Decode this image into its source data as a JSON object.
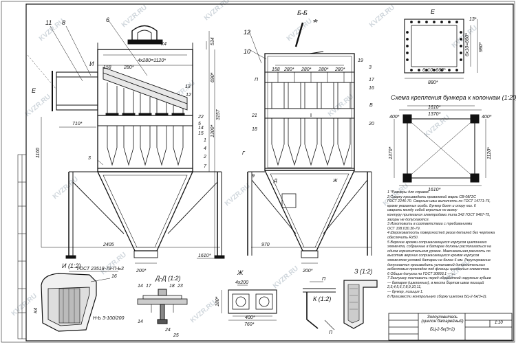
{
  "sections": {
    "bb": "Б-Б",
    "e": "E",
    "i": "И (1:2)",
    "dd": "Д-Д (1:2)",
    "zh": "Ж",
    "z": "З (1:2)",
    "k": "К (1:2)",
    "scheme": "Схема крепления бункера к колоннам (1:20)"
  },
  "labels": {
    "a": "А",
    "g": "Г",
    "d": "Д",
    "v": "В",
    "zh": "Ж",
    "i": "И",
    "k": "К",
    "ii": "П",
    "e": "E"
  },
  "refs": {
    "left": [
      "11",
      "8",
      "6",
      "13",
      "12",
      "22",
      "5",
      "14",
      "15",
      "1",
      "4",
      "2",
      "3",
      "7"
    ],
    "mid": [
      "12",
      "10",
      "19",
      "3",
      "17",
      "21",
      "18",
      "9",
      "20",
      "16"
    ],
    "det": [
      "16",
      "14",
      "17",
      "18",
      "23",
      "24",
      "25"
    ]
  },
  "dims": {
    "top": "4x280=1120*",
    "d158": "158",
    "d280": "280*",
    "d710": "710*",
    "d1160": "1160",
    "d2405": "2405",
    "d1610": "1610*",
    "d200": "200*",
    "d534": "534",
    "d690": "690*",
    "d1300": "1300*",
    "d3157": "3157",
    "d970": "970",
    "e_outer": "880*",
    "e_inner": "6x10=660*",
    "e_h": "6x10=660*",
    "e_h2": "980*",
    "e_13": "13*",
    "sch_1610": "1610*",
    "sch_1370": "1370*",
    "sch_400": "400*",
    "sch_1120": "1120*",
    "zh_1": "4x200",
    "zh_2": "400*",
    "zh_3": "760*",
    "zh_4": "180*",
    "gost1": "ГОСТ 23518-79-П-Ь3",
    "gost2": "Н-Ь 3-100/200",
    "k4": "К4"
  },
  "notes": [
    "1 *Размеры для справок.",
    "2 Сварку производить проволокой марки СВ-08Г2С",
    "  ГОСТ 2246-70. Сварные швы выполнять по ГОСТ 14771-76,",
    "  кроме указанных особо. Бункер болт и опору поз. 6",
    "  сварить между собой впритык по всему",
    "  контуру прилегания электродами типа Э42 ГОСТ 9467-75,",
    "  зазоры не допускаются.",
    "3 Изготовить в соответствии с требованиями",
    "  ОСТ 108.030.30-79.",
    "4 Шероховатость поверхностей резов деталей без чертежа",
    "  обеспечить Rz50.",
    "5 Верхние кромки соприкасающихся корпусов циклонного",
    "  элемента, собранные в батарее должны располагаться на",
    "  одном горизонтальном уровне. Максимальная разность по",
    "  высотам верхних соприкасающихся кромок корпусов",
    "  элементов угловой батареи не более 6 мм. Регулирование",
    "  допускается производить установкой дополнительных",
    "  асбестовых прокладок под фланцы циклонных элементов.",
    "6 Общие допуски по ГОСТ 30893.1 — с.",
    "7 Заглушку поставить перед обработкой наружных зубьев",
    "  — батарея (циклонных), в места бортов швов позиций",
    "  2,3,4,5,6,7,8,9,10,11,",
    "  — бункер, позиция 1.",
    "8 Произвести контрольную сборку циклона БЦ-2-5к(3+2)."
  ],
  "titleblock": {
    "name1": "Золоуловитель",
    "name2": "(циклон батарейный)",
    "code": "БЦ-2-5к(3+2)",
    "scale": "1:10"
  },
  "watermark": "KVZR.RU"
}
